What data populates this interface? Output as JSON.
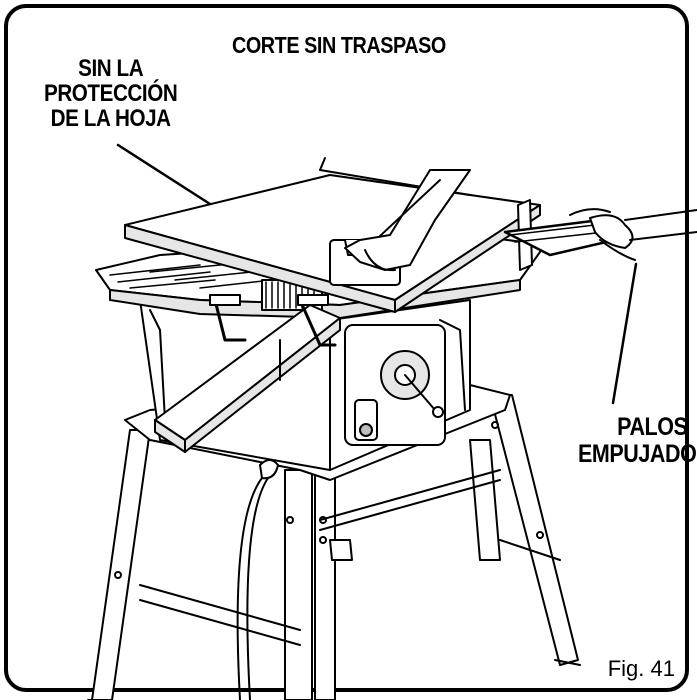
{
  "title": "CORTE SIN TRASPASO",
  "label_guard": [
    "SIN LA",
    "PROTECCIÓN",
    "DE LA HOJA"
  ],
  "label_push": [
    "PALOS",
    "EMPUJADORA"
  ],
  "figure_number": "Fig. 41",
  "colors": {
    "line": "#000000",
    "fill": "#ffffff",
    "shade": "#e6e6e6",
    "dark": "#bdbdbd"
  }
}
